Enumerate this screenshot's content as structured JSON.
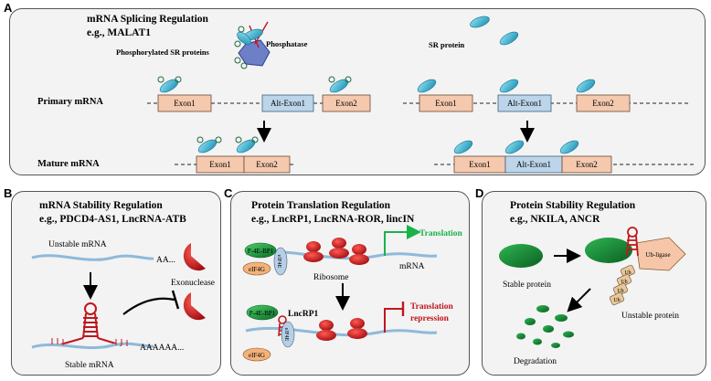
{
  "panel_a": {
    "letter": "A",
    "title": "mRNA Splicing Regulation",
    "subtitle": "e.g., MALAT1",
    "phospho_sr_label": "Phosphorylated  SR proteins",
    "phosphatase_label": "Phosphatase",
    "sr_protein_label": "SR protein",
    "primary_label": "Primary mRNA",
    "mature_label": "Mature mRNA",
    "exon1": "Exon1",
    "alt_exon1": "Alt-Exon1",
    "exon2": "Exon2"
  },
  "panel_b": {
    "letter": "B",
    "title": "mRNA Stability Regulation",
    "subtitle": "e.g., PDCD4-AS1, LncRNA-ATB",
    "unstable_label": "Unstable mRNA",
    "poly_a_short": "AA...",
    "exonuclease_label": "Exonuclease",
    "poly_a_long": "AAAAAA...",
    "stable_label": "Stable mRNA"
  },
  "panel_c": {
    "letter": "C",
    "title": "Protein Translation Regulation",
    "subtitle": "e.g., LncRP1, LncRNA-ROR, lincIN",
    "p4ebp1": "P-4E-BP1",
    "eif4g": "eIF4G",
    "eif4e": "eIF4E",
    "ribosome_label": "Ribosome",
    "mrna_label": "mRNA",
    "translation_label": "Translation",
    "lncrp1_label": "LncRP1",
    "repression_line1": "Translation",
    "repression_line2": "repression",
    "colors": {
      "translation": "#19b34a",
      "repression": "#c0161c"
    }
  },
  "panel_d": {
    "letter": "D",
    "title": "Protein Stability Regulation",
    "subtitle": "e.g., NKILA, ANCR",
    "stable_label": "Stable protein",
    "ub_ligase": "Ub-ligase",
    "ub": "Ub",
    "unstable_label": "Unstable protein",
    "degradation_label": "Degradation"
  },
  "colors": {
    "exon": "#f4c9ae",
    "alt_exon": "#bcd5ea",
    "sr_protein": "#3cb6d4",
    "rna_strand": "#8fb9d9",
    "hairpin": "#c0161c",
    "green_protein": "#0f8a2e",
    "ub_ligase": "#f5c6a8"
  }
}
